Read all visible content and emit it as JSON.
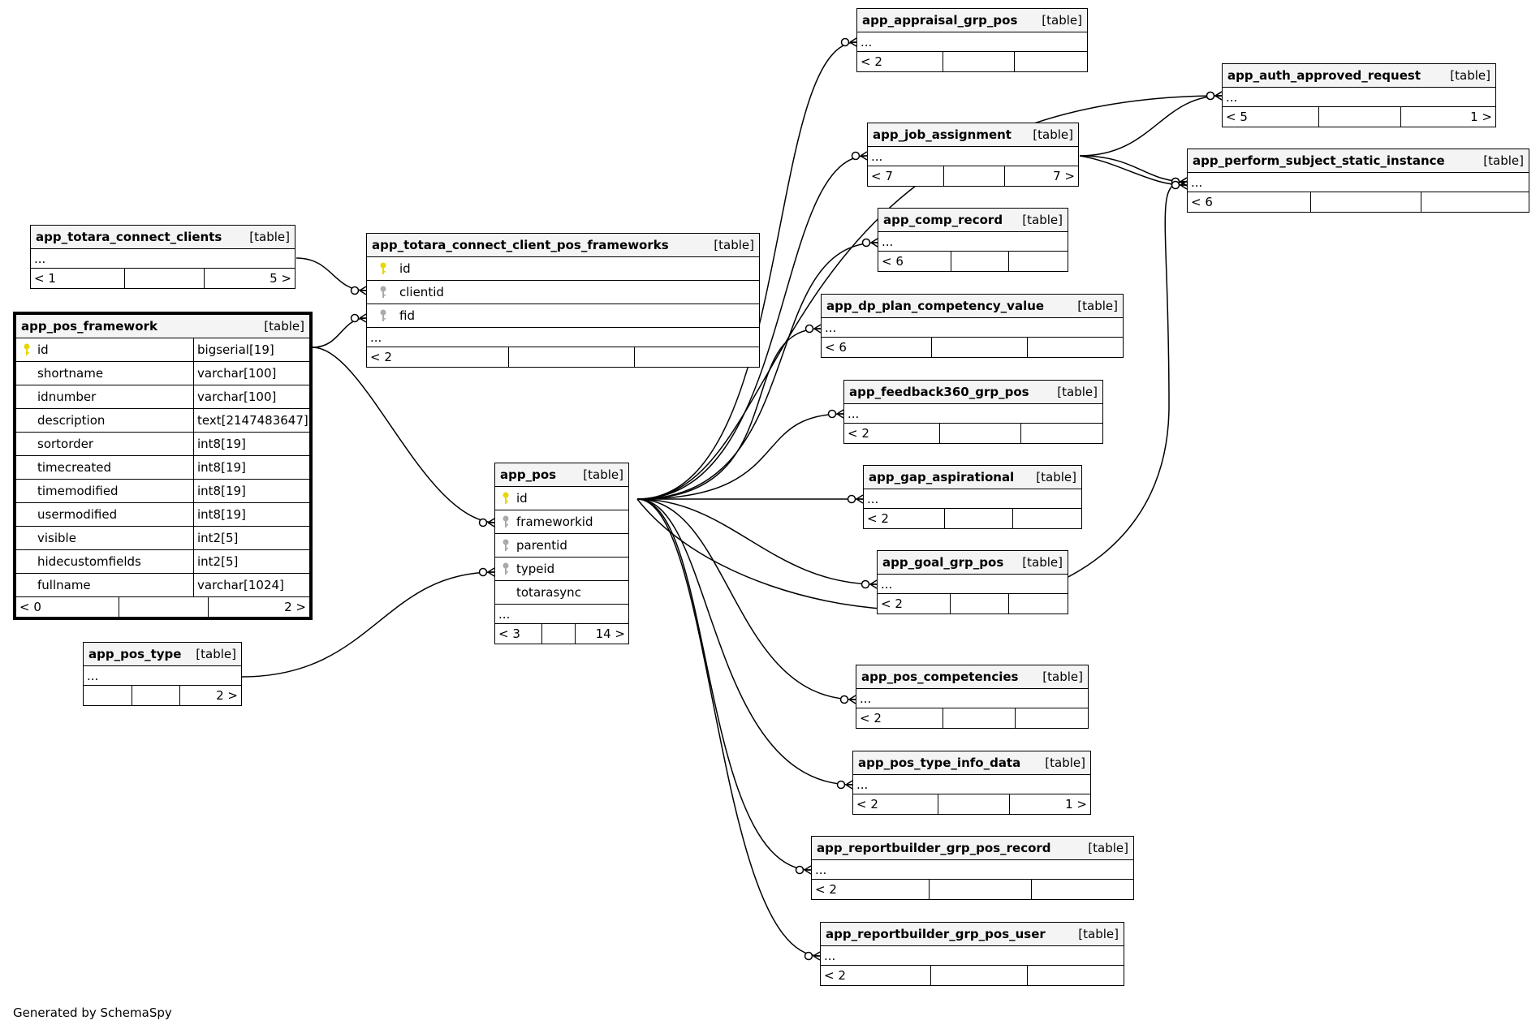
{
  "footer": "Generated by SchemaSpy",
  "colors": {
    "primary_key": "#e6d800",
    "foreign_key": "#aaaaaa",
    "header_bg": "#f4f4f4"
  },
  "tables": [
    {
      "name": "app_appraisal_grp_pos",
      "type": "[table]",
      "ellipsis": "...",
      "footer": [
        "< 2",
        "",
        ""
      ]
    },
    {
      "name": "app_auth_approved_request",
      "type": "[table]",
      "ellipsis": "...",
      "footer": [
        "< 5",
        "",
        "1 >"
      ]
    },
    {
      "name": "app_job_assignment",
      "type": "[table]",
      "ellipsis": "...",
      "footer": [
        "< 7",
        "",
        "7 >"
      ]
    },
    {
      "name": "app_perform_subject_static_instance",
      "type": "[table]",
      "ellipsis": "...",
      "footer": [
        "< 6",
        "",
        ""
      ]
    },
    {
      "name": "app_totara_connect_clients",
      "type": "[table]",
      "ellipsis": "...",
      "footer": [
        "< 1",
        "",
        "5 >"
      ]
    },
    {
      "name": "app_totara_connect_client_pos_frameworks",
      "type": "[table]",
      "columns": [
        {
          "name": "id",
          "key": "primary"
        },
        {
          "name": "clientid",
          "key": "foreign"
        },
        {
          "name": "fid",
          "key": "foreign"
        }
      ],
      "ellipsis": "...",
      "footer": [
        "< 2",
        "",
        ""
      ]
    },
    {
      "name": "app_comp_record",
      "type": "[table]",
      "ellipsis": "...",
      "footer": [
        "< 6",
        "",
        ""
      ]
    },
    {
      "name": "app_pos_framework",
      "type": "[table]",
      "focus": true,
      "columns": [
        {
          "name": "id",
          "key": "primary",
          "datatype": "bigserial[19]"
        },
        {
          "name": "shortname",
          "key": "none",
          "datatype": "varchar[100]"
        },
        {
          "name": "idnumber",
          "key": "none",
          "datatype": "varchar[100]"
        },
        {
          "name": "description",
          "key": "none",
          "datatype": "text[2147483647]"
        },
        {
          "name": "sortorder",
          "key": "none",
          "datatype": "int8[19]"
        },
        {
          "name": "timecreated",
          "key": "none",
          "datatype": "int8[19]"
        },
        {
          "name": "timemodified",
          "key": "none",
          "datatype": "int8[19]"
        },
        {
          "name": "usermodified",
          "key": "none",
          "datatype": "int8[19]"
        },
        {
          "name": "visible",
          "key": "none",
          "datatype": "int2[5]"
        },
        {
          "name": "hidecustomfields",
          "key": "none",
          "datatype": "int2[5]"
        },
        {
          "name": "fullname",
          "key": "none",
          "datatype": "varchar[1024]"
        }
      ],
      "footer": [
        "< 0",
        "",
        "2 >"
      ]
    },
    {
      "name": "app_dp_plan_competency_value",
      "type": "[table]",
      "ellipsis": "...",
      "footer": [
        "< 6",
        "",
        ""
      ]
    },
    {
      "name": "app_feedback360_grp_pos",
      "type": "[table]",
      "ellipsis": "...",
      "footer": [
        "< 2",
        "",
        ""
      ]
    },
    {
      "name": "app_pos",
      "type": "[table]",
      "columns": [
        {
          "name": "id",
          "key": "primary"
        },
        {
          "name": "frameworkid",
          "key": "foreign"
        },
        {
          "name": "parentid",
          "key": "foreign"
        },
        {
          "name": "typeid",
          "key": "foreign"
        },
        {
          "name": "totarasync",
          "key": "none"
        }
      ],
      "ellipsis": "...",
      "footer": [
        "< 3",
        "",
        "14 >"
      ]
    },
    {
      "name": "app_gap_aspirational",
      "type": "[table]",
      "ellipsis": "...",
      "footer": [
        "< 2",
        "",
        ""
      ]
    },
    {
      "name": "app_goal_grp_pos",
      "type": "[table]",
      "ellipsis": "...",
      "footer": [
        "< 2",
        "",
        ""
      ]
    },
    {
      "name": "app_pos_type",
      "type": "[table]",
      "ellipsis": "...",
      "footer": [
        "",
        "",
        "2 >"
      ]
    },
    {
      "name": "app_pos_competencies",
      "type": "[table]",
      "ellipsis": "...",
      "footer": [
        "< 2",
        "",
        ""
      ]
    },
    {
      "name": "app_pos_type_info_data",
      "type": "[table]",
      "ellipsis": "...",
      "footer": [
        "< 2",
        "",
        "1 >"
      ]
    },
    {
      "name": "app_reportbuilder_grp_pos_record",
      "type": "[table]",
      "ellipsis": "...",
      "footer": [
        "< 2",
        "",
        ""
      ]
    },
    {
      "name": "app_reportbuilder_grp_pos_user",
      "type": "[table]",
      "ellipsis": "...",
      "footer": [
        "< 2",
        "",
        ""
      ]
    }
  ]
}
